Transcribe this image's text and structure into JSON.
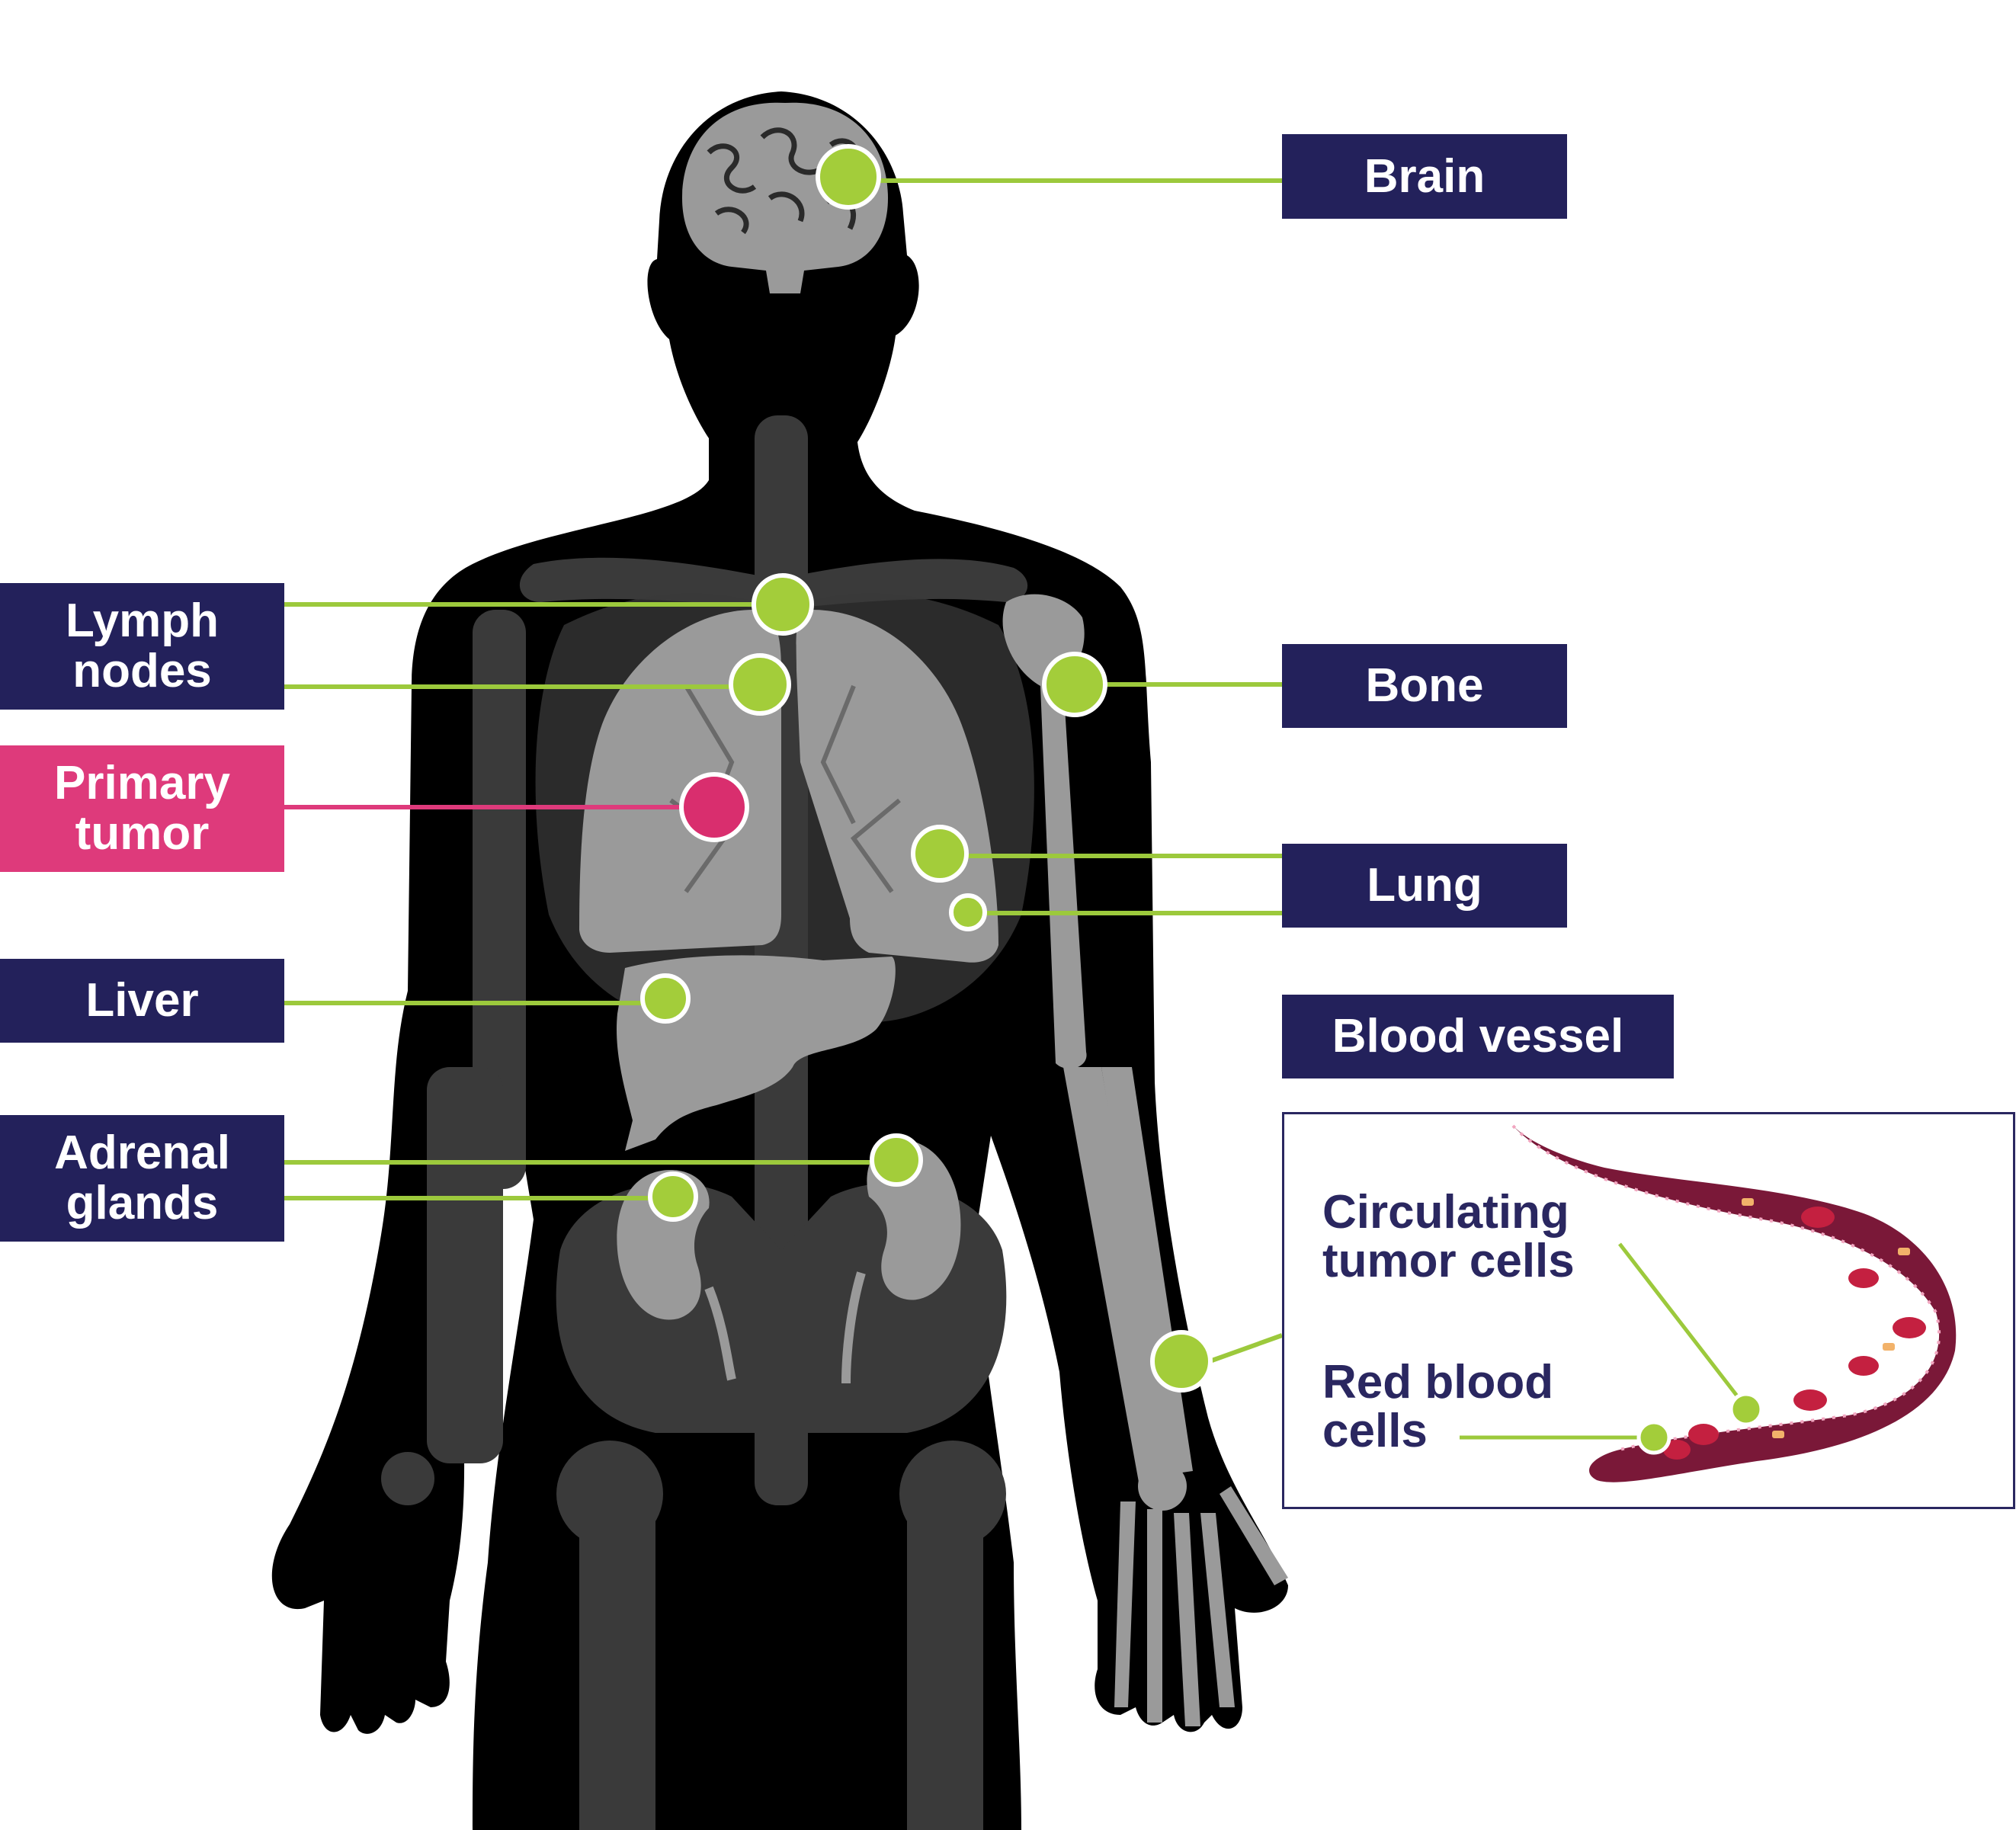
{
  "colors": {
    "label_bg": "#23215b",
    "primary_bg": "#de3a7b",
    "connector": "#9cc93c",
    "marker": "#a3cd3a",
    "primary_marker": "#d92e6e",
    "silhouette": "#000000",
    "skeleton": "#3a3a3a",
    "organ": "#9a9a9a",
    "vessel": "#7a1838"
  },
  "labels": {
    "brain": "Brain",
    "lymph_line1": "Lymph",
    "lymph_line2": "nodes",
    "bone": "Bone",
    "primary_line1": "Primary",
    "primary_line2": "tumor",
    "lung": "Lung",
    "liver": "Liver",
    "blood_vessel": "Blood vessel",
    "adrenal_line1": "Adrenal",
    "adrenal_line2": "glands"
  },
  "inset": {
    "ctc_line1": "Circulating",
    "ctc_line2": "tumor cells",
    "rbc_line1": "Red blood",
    "rbc_line2": "cells"
  },
  "icons": {
    "marker_shape": "marker-dot-icon",
    "silhouette": "human-silhouette-icon",
    "vessel": "blood-vessel-icon"
  }
}
